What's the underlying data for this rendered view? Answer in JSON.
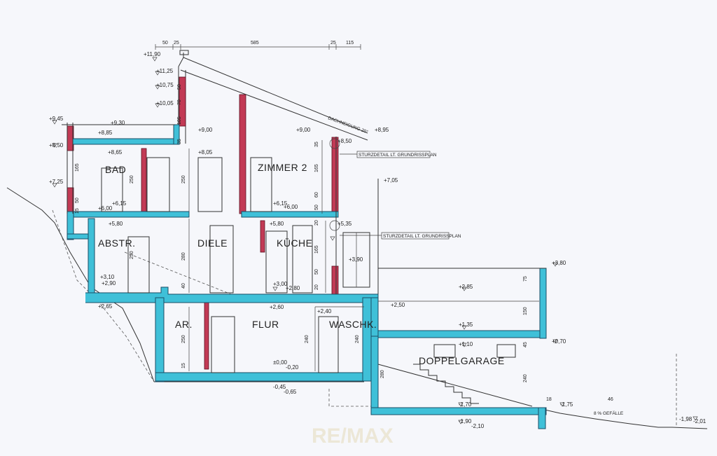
{
  "rooms": {
    "bad": "BAD",
    "zimmer2": "ZIMMER 2",
    "abstr": "ABSTR.",
    "diele": "DIELE",
    "kueche": "KÜCHE",
    "ar": "AR.",
    "flur": "FLUR",
    "waschk": "WASCHK.",
    "doppelgarage": "DOPPELGARAGE"
  },
  "notes": {
    "dachneigung": "DACHNEIGUNG 20°",
    "sturzdetail_1": "STURZDETAIL LT. GRUNDRISSPLAN",
    "sturzdetail_2": "STURZDETAIL LT. GRUNDRISSPLAN",
    "gefaelle": "8 % GEFÄLLE",
    "watermark": "RE/MAX"
  },
  "top_dims": [
    "50",
    "25",
    "585",
    "25",
    "115"
  ],
  "levels": {
    "l1190": "+11,90",
    "l1125": "+11,25",
    "l1075": "+10,75",
    "l1005": "+10,05",
    "l945": "+9,45",
    "l930": "+9,30",
    "l895": "+8,95",
    "l900a": "+9,00",
    "l900b": "+9,00",
    "l885": "+8,85",
    "l850a": "+8,50",
    "l850b": "+8,50",
    "l865": "+8,65",
    "l805": "+8,05",
    "l725": "+7,25",
    "l705": "+7,05",
    "l615a": "+6,15",
    "l600a": "+6,00",
    "l615b": "+6,15",
    "l600b": "+6,00",
    "l580a": "+5,80",
    "l580b": "+5,80",
    "l535": "+5,35",
    "l390": "+3,90",
    "l380": "+3,80",
    "l310": "+3,10",
    "l300a": "+3,00",
    "l290": "+2,90",
    "l285": "+2,85",
    "l280": "+2,80",
    "l260": "+2,60",
    "l250": "+2,50",
    "l240": "+2,40",
    "l265": "+2,65",
    "l135": "+1,35",
    "l110": "+1,10",
    "l070": "+0,70",
    "l000": "±0,00",
    "l020": "-0,20",
    "l045": "-0,45",
    "l065": "-0,65",
    "l170": "-1,70",
    "l175": "-1,75",
    "l190": "-1,90",
    "l210": "-2,10",
    "l198": "-1,98",
    "l201": "-2,01"
  },
  "dims": {
    "d50a": "50",
    "d70": "70",
    "d105": "105",
    "d35a": "35",
    "d165a": "165",
    "d250a": "250",
    "d250b": "250",
    "d50b": "50",
    "d15a": "15",
    "d35b": "35",
    "d165b": "165",
    "d60": "60",
    "d50c": "50",
    "d20a": "20",
    "d250c": "250",
    "d280a": "280",
    "d165c": "165",
    "d50d": "50",
    "d40": "40",
    "d20b": "20",
    "d75": "75",
    "d150": "150",
    "d250d": "250",
    "d15b": "15",
    "d240a": "240",
    "d240b": "240",
    "d280b": "280",
    "d240c": "240",
    "d45": "45",
    "d46": "46",
    "d18": "18"
  }
}
